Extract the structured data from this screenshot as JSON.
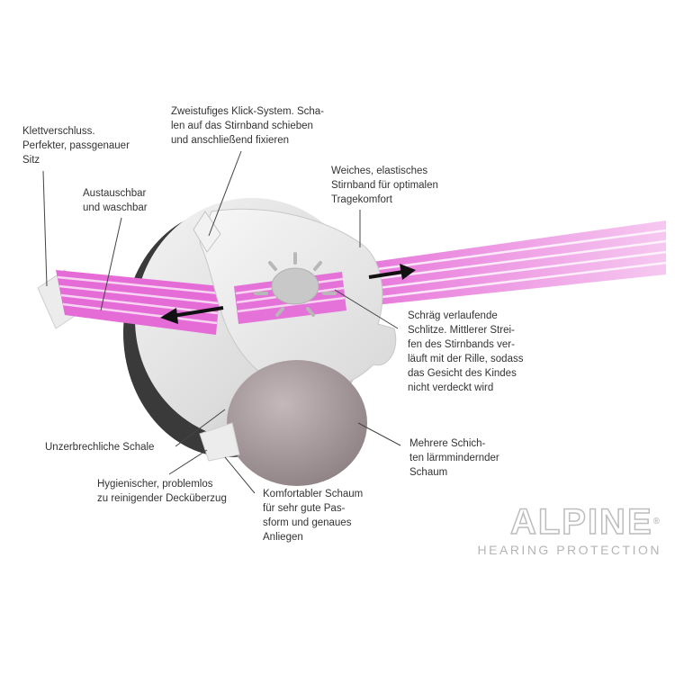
{
  "labels": {
    "velcro": [
      "Klettverschluss.",
      "Perfekter, passgenauer",
      "Sitz"
    ],
    "washable": [
      "Austauschbar",
      "und waschbar"
    ],
    "click_system": [
      "Zweistufiges Klick-System. Scha-",
      "len auf das Stirnband schieben",
      "und anschließend fixieren"
    ],
    "headband": [
      "Weiches, elastisches",
      "Stirnband für optimalen",
      "Tragekomfort"
    ],
    "slots": [
      "Schräg verlaufende",
      "Schlitze. Mittlerer Strei-",
      "fen des Stirnbands ver-",
      "läuft mit der Rille, sodass",
      "das Gesicht des Kindes",
      "nicht verdeckt wird"
    ],
    "shell": [
      "Unzerbrechliche Schale"
    ],
    "cover": [
      "Hygienischer, problemlos",
      "zu reinigender Decküberzug"
    ],
    "foam_comfort": [
      "Komfortabler Schaum",
      "für sehr gute Pas-",
      "sform und genaues",
      "Anliegen"
    ],
    "foam_layers": [
      "Mehrere Schich-",
      "ten lärmmindernder",
      "Schaum"
    ]
  },
  "brand": {
    "name": "ALPINE",
    "registered": "®",
    "subtitle": "HEARING PROTECTION"
  },
  "colors": {
    "band_pink": "#e56bd7",
    "band_light": "#f6c8f0",
    "shell": "#e4e4e4",
    "foam": "#a89b9d",
    "leader": "#444444",
    "arrow": "#111111"
  }
}
